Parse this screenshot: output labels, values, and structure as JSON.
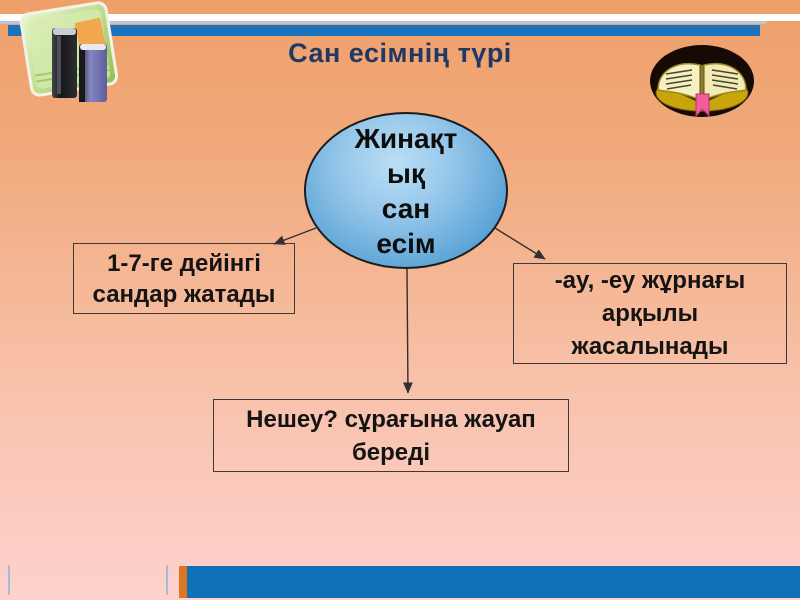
{
  "slide": {
    "title": "Сан есімнің түрі"
  },
  "diagram": {
    "center_node": {
      "label": "Жинақтық сан есім",
      "lines": [
        "Жинақт",
        "ық",
        "сан",
        "есім"
      ]
    },
    "nodes": [
      {
        "id": "left",
        "label": "1-7-ге дейінгі сандар жатады",
        "lines": [
          "1-7-ге дейінгі",
          "сандар жатады"
        ]
      },
      {
        "id": "right",
        "label": "-ау, -еу жұрнағы арқылы жасалынады",
        "lines": [
          "-ау, -еу жұрнағы",
          "арқылы",
          "жасалынады"
        ]
      },
      {
        "id": "bottom",
        "label": "Нешеу? сұрағына жауап береді",
        "lines": [
          "Нешеу? сұрағына жауап",
          "береді"
        ]
      }
    ]
  },
  "icons": {
    "top_left": "books-folder-icon",
    "top_right": "open-book-icon"
  },
  "colors": {
    "background_top": "#EFA069",
    "background_bottom": "#FDD2CD",
    "top_blue_bar": "#1B73BB",
    "white_stripe": "#FFFFFF",
    "accent_line": "#B7C6DA",
    "bottom_blue_bar": "#0F72B8",
    "bottom_orange_stripe": "#DD7522",
    "title_text": "#1F3864",
    "ellipse_fill_light": "#BCDFF5",
    "ellipse_fill_dark": "#3E88C5",
    "node_border": "#3A3A3A",
    "node_text": "#141414",
    "connector": "#303030"
  }
}
